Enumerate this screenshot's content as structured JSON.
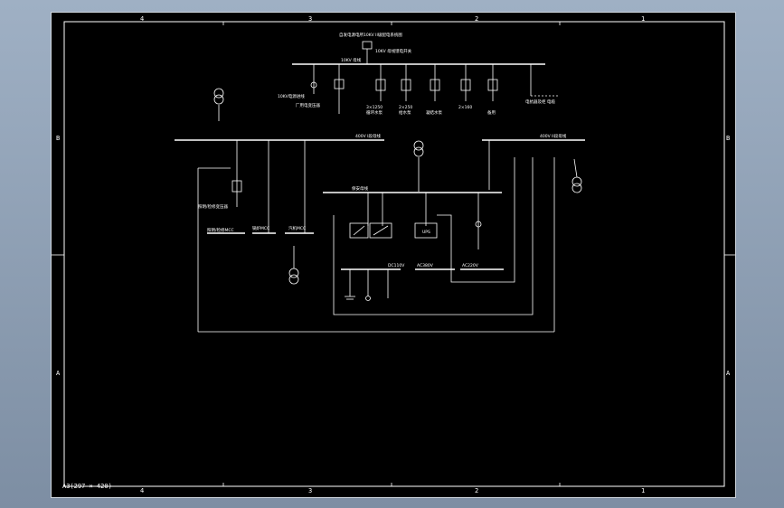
{
  "sheet": {
    "size_label": "A3(297 × 420)",
    "col_labels_top": [
      "4",
      "3",
      "2",
      "1"
    ],
    "col_labels_bottom": [
      "4",
      "3",
      "2",
      "1"
    ],
    "row_labels": [
      "B",
      "A"
    ]
  },
  "diagram": {
    "title": "自发电源电所10KV II级配电系统图",
    "labels": {
      "hv_bus": "10KV 母线",
      "feeder_main": "10KV 母线馈电开关",
      "bus_left": "400V I段母线",
      "bus_right": "400V II段母线",
      "bus_mid": "保安母线",
      "dc_bus": "DC110V",
      "ac_bus1": "AC380V",
      "ac_bus2": "AC220V",
      "left_sub": "照明/检修变压器",
      "left_bus": "照明/检修MCC",
      "mcc1": "锅炉MCC",
      "mcc2": "汽机MCC",
      "ups": "UPS",
      "sys_sub": "电抗器及柜  电缆",
      "f1": "10KV电源进线",
      "f2": "厂用电变压器",
      "f3": "循环水泵",
      "f4": "给水泵",
      "f5": "凝结水泵",
      "f6": "备用",
      "ratio1": "3×1250",
      "ratio2": "2×250",
      "ratio3": "2×160"
    }
  }
}
